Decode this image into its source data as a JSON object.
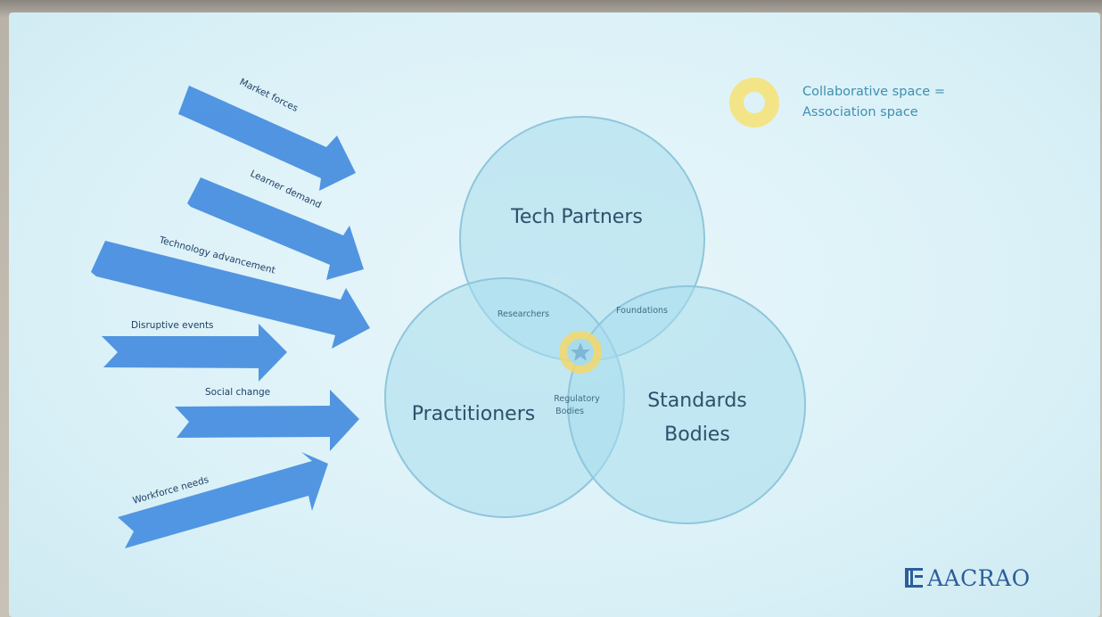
{
  "forces": [
    {
      "label": "Market forces"
    },
    {
      "label": "Learner demand"
    },
    {
      "label": "Technology advancement"
    },
    {
      "label": "Disruptive events"
    },
    {
      "label": "Social change"
    },
    {
      "label": "Workforce needs"
    }
  ],
  "venn": {
    "circles": [
      "Tech Partners",
      "Practitioners",
      "Standards Bodies"
    ],
    "standards_line1": "Standards",
    "standards_line2": "Bodies",
    "overlaps": {
      "tech_practitioners": "Researchers",
      "tech_standards": "Foundations",
      "practitioners_standards_line1": "Regulatory",
      "practitioners_standards_line2": "Bodies"
    }
  },
  "legend": {
    "line1": "Collaborative space =",
    "line2": "Association space"
  },
  "logo": {
    "text": "AACRAO"
  },
  "colors": {
    "arrow": "#4a90e0",
    "circle_fill": "#a8dcec",
    "circle_stroke": "#8fc6dc",
    "star_ring": "#f3d76a",
    "legend_text": "#3f8fb0"
  }
}
